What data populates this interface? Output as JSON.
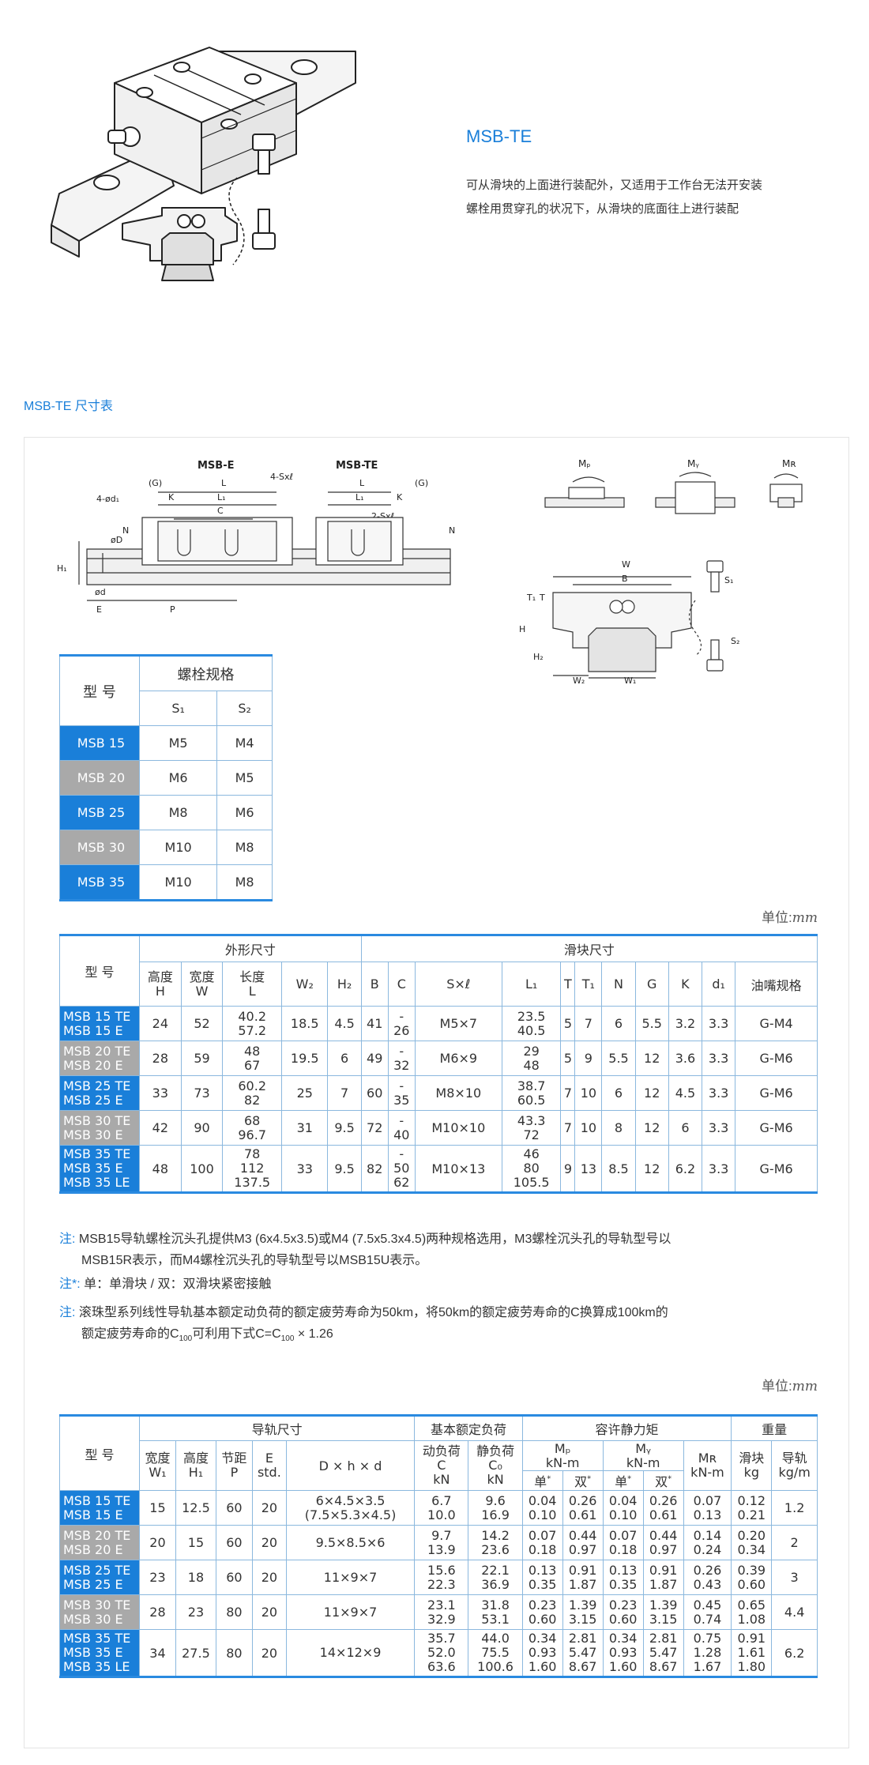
{
  "product": {
    "title": "MSB-TE",
    "desc_line1": "可从滑块的上面进行装配外，又适用于工作台无法开安装",
    "desc_line2": "螺栓用贯穿孔的状况下，从滑块的底面往上进行装配"
  },
  "section_title": "MSB-TE 尺寸表",
  "diagram_labels": {
    "msb_e": "MSB-E",
    "msb_te": "MSB-TE",
    "g": "(G)",
    "sx": "4-Sxℓ",
    "sx2": "2-Sxℓ",
    "k": "K",
    "l": "L",
    "l1": "L₁",
    "c": "C",
    "n": "N",
    "d1": "4-ød₁",
    "D": "øD",
    "h": "h",
    "h1": "H₁",
    "d": "ød",
    "e": "E",
    "p": "P",
    "mp": "Mₚ",
    "my": "Mᵧ",
    "mr": "Mʀ",
    "w": "W",
    "b": "B",
    "t1": "T₁",
    "t": "T",
    "H": "H",
    "h2": "H₂",
    "w2": "W₂",
    "w1": "W₁",
    "s1": "S₁",
    "s2": "S₂"
  },
  "bolt_table": {
    "model_header": "型 号",
    "bolt_header": "螺栓规格",
    "s1": "S₁",
    "s2": "S₂",
    "rows": [
      {
        "model": "MSB 15",
        "s1": "M5",
        "s2": "M4"
      },
      {
        "model": "MSB 20",
        "s1": "M6",
        "s2": "M5"
      },
      {
        "model": "MSB 25",
        "s1": "M8",
        "s2": "M6"
      },
      {
        "model": "MSB 30",
        "s1": "M10",
        "s2": "M8"
      },
      {
        "model": "MSB 35",
        "s1": "M10",
        "s2": "M8"
      }
    ]
  },
  "unit": {
    "label": "单位:",
    "unit": "mm"
  },
  "dim_table": {
    "model_header": "型 号",
    "outer_header": "外形尺寸",
    "block_header": "滑块尺寸",
    "cols": {
      "h": "高度",
      "h_sym": "H",
      "w": "宽度",
      "w_sym": "W",
      "l": "长度",
      "l_sym": "L",
      "w2": "W₂",
      "h2": "H₂",
      "b": "B",
      "c": "C",
      "sxl": "S×ℓ",
      "l1": "L₁",
      "t": "T",
      "t1": "T₁",
      "n": "N",
      "g": "G",
      "k": "K",
      "d1": "d₁",
      "oil": "油嘴规格"
    },
    "rows": [
      {
        "models": [
          "MSB 15 TE",
          "MSB 15 E"
        ],
        "h": "24",
        "w": "52",
        "l": [
          "40.2",
          "57.2"
        ],
        "w2": "18.5",
        "h2": "4.5",
        "b": "41",
        "c": [
          "-",
          "26"
        ],
        "sxl": "M5×7",
        "l1": [
          "23.5",
          "40.5"
        ],
        "t": "5",
        "t1": "7",
        "n": "6",
        "g": "5.5",
        "k": "3.2",
        "d1": "3.3",
        "oil": "G-M4"
      },
      {
        "models": [
          "MSB 20 TE",
          "MSB 20 E"
        ],
        "h": "28",
        "w": "59",
        "l": [
          "48",
          "67"
        ],
        "w2": "19.5",
        "h2": "6",
        "b": "49",
        "c": [
          "-",
          "32"
        ],
        "sxl": "M6×9",
        "l1": [
          "29",
          "48"
        ],
        "t": "5",
        "t1": "9",
        "n": "5.5",
        "g": "12",
        "k": "3.6",
        "d1": "3.3",
        "oil": "G-M6"
      },
      {
        "models": [
          "MSB 25 TE",
          "MSB 25 E"
        ],
        "h": "33",
        "w": "73",
        "l": [
          "60.2",
          "82"
        ],
        "w2": "25",
        "h2": "7",
        "b": "60",
        "c": [
          "-",
          "35"
        ],
        "sxl": "M8×10",
        "l1": [
          "38.7",
          "60.5"
        ],
        "t": "7",
        "t1": "10",
        "n": "6",
        "g": "12",
        "k": "4.5",
        "d1": "3.3",
        "oil": "G-M6"
      },
      {
        "models": [
          "MSB 30 TE",
          "MSB 30 E"
        ],
        "h": "42",
        "w": "90",
        "l": [
          "68",
          "96.7"
        ],
        "w2": "31",
        "h2": "9.5",
        "b": "72",
        "c": [
          "-",
          "40"
        ],
        "sxl": "M10×10",
        "l1": [
          "43.3",
          "72"
        ],
        "t": "7",
        "t1": "10",
        "n": "8",
        "g": "12",
        "k": "6",
        "d1": "3.3",
        "oil": "G-M6"
      },
      {
        "models": [
          "MSB 35 TE",
          "MSB 35 E",
          "MSB 35 LE"
        ],
        "h": "48",
        "w": "100",
        "l": [
          "78",
          "112",
          "137.5"
        ],
        "w2": "33",
        "h2": "9.5",
        "b": "82",
        "c": [
          "-",
          "50",
          "62"
        ],
        "sxl": "M10×13",
        "l1": [
          "46",
          "80",
          "105.5"
        ],
        "t": "9",
        "t1": "13",
        "n": "8.5",
        "g": "12",
        "k": "6.2",
        "d1": "3.3",
        "oil": "G-M6"
      }
    ]
  },
  "notes": {
    "label1": "注:",
    "n1_line1": "MSB15导轨螺栓沉头孔提供M3 (6x4.5x3.5)或M4 (7.5x5.3x4.5)两种规格选用，M3螺栓沉头孔的导轨型号以",
    "n1_line2": "MSB15R表示，而M4螺栓沉头孔的导轨型号以MSB15U表示。",
    "label2": "注*:",
    "n2": "单：单滑块 / 双：双滑块紧密接触",
    "label3": "注:",
    "n3_line1": "滚珠型系列线性导轨基本额定动负荷的额定疲劳寿命为50km，将50km的额定疲劳寿命的C换算成100km的",
    "n3_line2_a": "额定疲劳寿命的C",
    "n3_sub100": "100",
    "n3_line2_b": "可利用下式C=C",
    "n3_line2_c": " × 1.26"
  },
  "load_table": {
    "model_header": "型 号",
    "rail_header": "导轨尺寸",
    "load_header": "基本额定负荷",
    "moment_header": "容许静力矩",
    "weight_header": "重量",
    "cols": {
      "w1": "宽度",
      "w1_sym": "W₁",
      "h1": "高度",
      "h1_sym": "H₁",
      "p": "节距",
      "p_sym": "P",
      "e": "E",
      "e_sym": "std.",
      "dhd": "D × h × d",
      "c": "动负荷",
      "c_sym": "C",
      "c_unit": "kN",
      "c0": "静负荷",
      "c0_sym": "C₀",
      "c0_unit": "kN",
      "mp": "Mₚ",
      "my": "Mᵧ",
      "knm": "kN-m",
      "single": "单",
      "double": "双",
      "star": "*",
      "mr": "Mʀ",
      "mr_unit": "kN-m",
      "block": "滑块",
      "block_unit": "kg",
      "rail": "导轨",
      "rail_unit": "kg/m"
    },
    "rows": [
      {
        "models": [
          "MSB 15 TE",
          "MSB 15 E"
        ],
        "w1": "15",
        "h1": "12.5",
        "p": "60",
        "e": "20",
        "dhd": [
          "6×4.5×3.5",
          "(7.5×5.3×4.5)"
        ],
        "c": [
          "6.7",
          "10.0"
        ],
        "c0": [
          "9.6",
          "16.9"
        ],
        "mp1": [
          "0.04",
          "0.10"
        ],
        "mp2": [
          "0.26",
          "0.61"
        ],
        "my1": [
          "0.04",
          "0.10"
        ],
        "my2": [
          "0.26",
          "0.61"
        ],
        "mr": [
          "0.07",
          "0.13"
        ],
        "block": [
          "0.12",
          "0.21"
        ],
        "rail": "1.2"
      },
      {
        "models": [
          "MSB 20 TE",
          "MSB 20 E"
        ],
        "w1": "20",
        "h1": "15",
        "p": "60",
        "e": "20",
        "dhd": [
          "9.5×8.5×6"
        ],
        "c": [
          "9.7",
          "13.9"
        ],
        "c0": [
          "14.2",
          "23.6"
        ],
        "mp1": [
          "0.07",
          "0.18"
        ],
        "mp2": [
          "0.44",
          "0.97"
        ],
        "my1": [
          "0.07",
          "0.18"
        ],
        "my2": [
          "0.44",
          "0.97"
        ],
        "mr": [
          "0.14",
          "0.24"
        ],
        "block": [
          "0.20",
          "0.34"
        ],
        "rail": "2"
      },
      {
        "models": [
          "MSB 25 TE",
          "MSB 25 E"
        ],
        "w1": "23",
        "h1": "18",
        "p": "60",
        "e": "20",
        "dhd": [
          "11×9×7"
        ],
        "c": [
          "15.6",
          "22.3"
        ],
        "c0": [
          "22.1",
          "36.9"
        ],
        "mp1": [
          "0.13",
          "0.35"
        ],
        "mp2": [
          "0.91",
          "1.87"
        ],
        "my1": [
          "0.13",
          "0.35"
        ],
        "my2": [
          "0.91",
          "1.87"
        ],
        "mr": [
          "0.26",
          "0.43"
        ],
        "block": [
          "0.39",
          "0.60"
        ],
        "rail": "3"
      },
      {
        "models": [
          "MSB 30 TE",
          "MSB 30 E"
        ],
        "w1": "28",
        "h1": "23",
        "p": "80",
        "e": "20",
        "dhd": [
          "11×9×7"
        ],
        "c": [
          "23.1",
          "32.9"
        ],
        "c0": [
          "31.8",
          "53.1"
        ],
        "mp1": [
          "0.23",
          "0.60"
        ],
        "mp2": [
          "1.39",
          "3.15"
        ],
        "my1": [
          "0.23",
          "0.60"
        ],
        "my2": [
          "1.39",
          "3.15"
        ],
        "mr": [
          "0.45",
          "0.74"
        ],
        "block": [
          "0.65",
          "1.08"
        ],
        "rail": "4.4"
      },
      {
        "models": [
          "MSB 35 TE",
          "MSB 35 E",
          "MSB 35 LE"
        ],
        "w1": "34",
        "h1": "27.5",
        "p": "80",
        "e": "20",
        "dhd": [
          "14×12×9"
        ],
        "c": [
          "35.7",
          "52.0",
          "63.6"
        ],
        "c0": [
          "44.0",
          "75.5",
          "100.6"
        ],
        "mp1": [
          "0.34",
          "0.93",
          "1.60"
        ],
        "mp2": [
          "2.81",
          "5.47",
          "8.67"
        ],
        "my1": [
          "0.34",
          "0.93",
          "1.60"
        ],
        "my2": [
          "2.81",
          "5.47",
          "8.67"
        ],
        "mr": [
          "0.75",
          "1.28",
          "1.67"
        ],
        "block": [
          "0.91",
          "1.61",
          "1.80"
        ],
        "rail": "6.2"
      }
    ]
  }
}
